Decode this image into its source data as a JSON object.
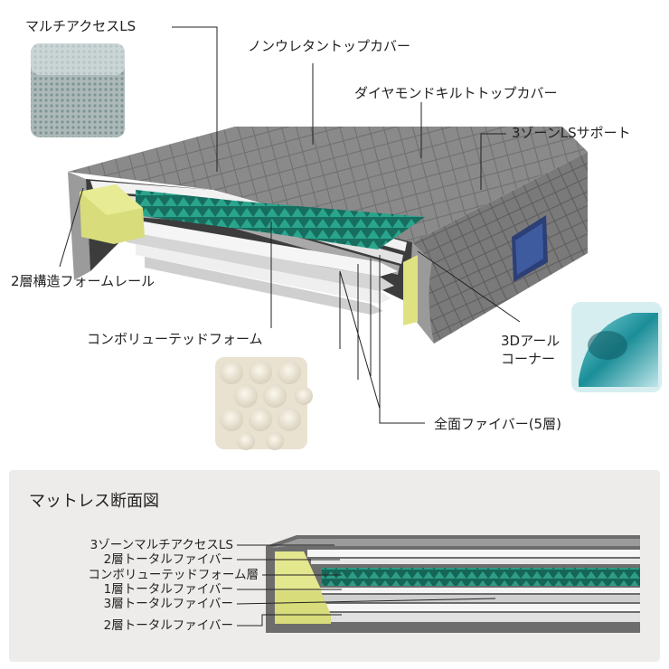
{
  "callouts": {
    "multi_access_ls": "マルチアクセスLS",
    "non_urethane_cover": "ノンウレタントップカバー",
    "diamond_quilt_cover": "ダイヤモンドキルトトップカバー",
    "three_zone_support": "3ゾーンLSサポート",
    "two_layer_rail": "2層構造フォームレール",
    "convoluted_foam": "コンボリューテッドフォーム",
    "corner_line1": "3Dアール",
    "corner_line2": "コーナー",
    "full_fiber": "全面ファイバー(5層)"
  },
  "section": {
    "title": "マットレス断面図",
    "layers": [
      "3ゾーンマルチアクセスLS",
      "2層トータルファイバー",
      "コンボリューテッドフォーム層",
      "1層トータルファイバー",
      "3層トータルファイバー",
      "2層トータルファイバー"
    ]
  },
  "colors": {
    "cover_gray": "#8e8e8e",
    "foam_teal": "#1f8c78",
    "rail_yellow": "#d8dc7a",
    "panel_bg": "#eeecea"
  }
}
